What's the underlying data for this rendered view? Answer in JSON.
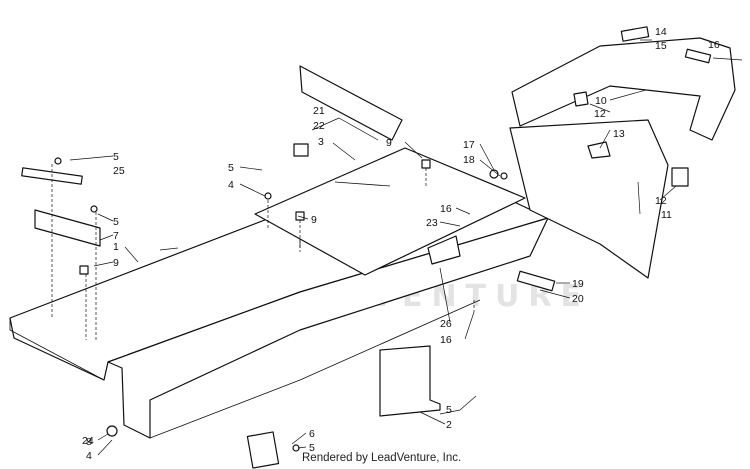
{
  "diagram": {
    "callouts": [
      {
        "id": "c1",
        "text": "1"
      },
      {
        "id": "c2",
        "text": "2"
      },
      {
        "id": "c3",
        "text": "3"
      },
      {
        "id": "c4a",
        "text": "4"
      },
      {
        "id": "c4b",
        "text": "4"
      },
      {
        "id": "c5a",
        "text": "5"
      },
      {
        "id": "c5b",
        "text": "5"
      },
      {
        "id": "c5c",
        "text": "5"
      },
      {
        "id": "c5d",
        "text": "5"
      },
      {
        "id": "c5e",
        "text": "5"
      },
      {
        "id": "c6",
        "text": "6"
      },
      {
        "id": "c7",
        "text": "7"
      },
      {
        "id": "c8",
        "text": "8"
      },
      {
        "id": "c9a",
        "text": "9"
      },
      {
        "id": "c9b",
        "text": "9"
      },
      {
        "id": "c9c",
        "text": "9"
      },
      {
        "id": "c10",
        "text": "10"
      },
      {
        "id": "c11",
        "text": "11"
      },
      {
        "id": "c12a",
        "text": "12"
      },
      {
        "id": "c12b",
        "text": "12"
      },
      {
        "id": "c13",
        "text": "13"
      },
      {
        "id": "c14",
        "text": "14"
      },
      {
        "id": "c15",
        "text": "15"
      },
      {
        "id": "c16a",
        "text": "16"
      },
      {
        "id": "c16b",
        "text": "16"
      },
      {
        "id": "c16c",
        "text": "16"
      },
      {
        "id": "c17",
        "text": "17"
      },
      {
        "id": "c18",
        "text": "18"
      },
      {
        "id": "c19",
        "text": "19"
      },
      {
        "id": "c20",
        "text": "20"
      },
      {
        "id": "c21",
        "text": "21"
      },
      {
        "id": "c22",
        "text": "22"
      },
      {
        "id": "c23",
        "text": "23"
      },
      {
        "id": "c24",
        "text": "24"
      },
      {
        "id": "c25",
        "text": "25"
      },
      {
        "id": "c26",
        "text": "26"
      }
    ],
    "watermark": "LEADVENTURE",
    "credit": "Rendered by LeadVenture, Inc."
  }
}
